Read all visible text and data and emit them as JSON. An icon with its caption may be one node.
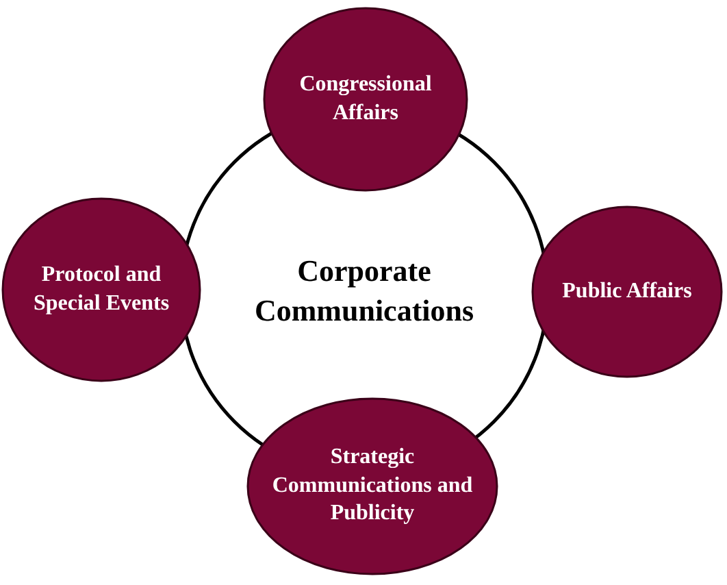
{
  "diagram": {
    "nodes": [
      {
        "text": [
          "Corporate Communications"
        ]
      },
      {
        "text": [
          "Congressional Affairs"
        ]
      },
      {
        "text": [
          "Protocol and Special Events"
        ]
      },
      {
        "text": [
          "Public Affairs"
        ]
      },
      {
        "text": [
          "Strategic Communications and Publicity"
        ]
      }
    ]
  }
}
